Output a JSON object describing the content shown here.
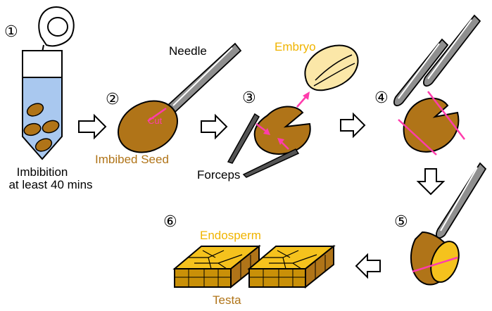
{
  "steps": {
    "s1": "①",
    "s2": "②",
    "s3": "③",
    "s4": "④",
    "s5": "⑤",
    "s6": "⑥"
  },
  "labels": {
    "imbibition_line1": "Imbibition",
    "imbibition_line2": "at least 40 mins",
    "needle": "Needle",
    "cut": "Cut",
    "imbibed_seed": "Imbibed Seed",
    "embryo": "Embryo",
    "forceps": "Forceps",
    "endosperm": "Endosperm",
    "testa": "Testa"
  },
  "colors": {
    "seed": "#b07418",
    "embryo": "#fbe7a8",
    "endosperm_top": "#f5c21d",
    "liquid": "#a9c8ef",
    "cut_line": "#ff3cac",
    "label_brown": "#b07418",
    "label_gold": "#f0b400"
  }
}
